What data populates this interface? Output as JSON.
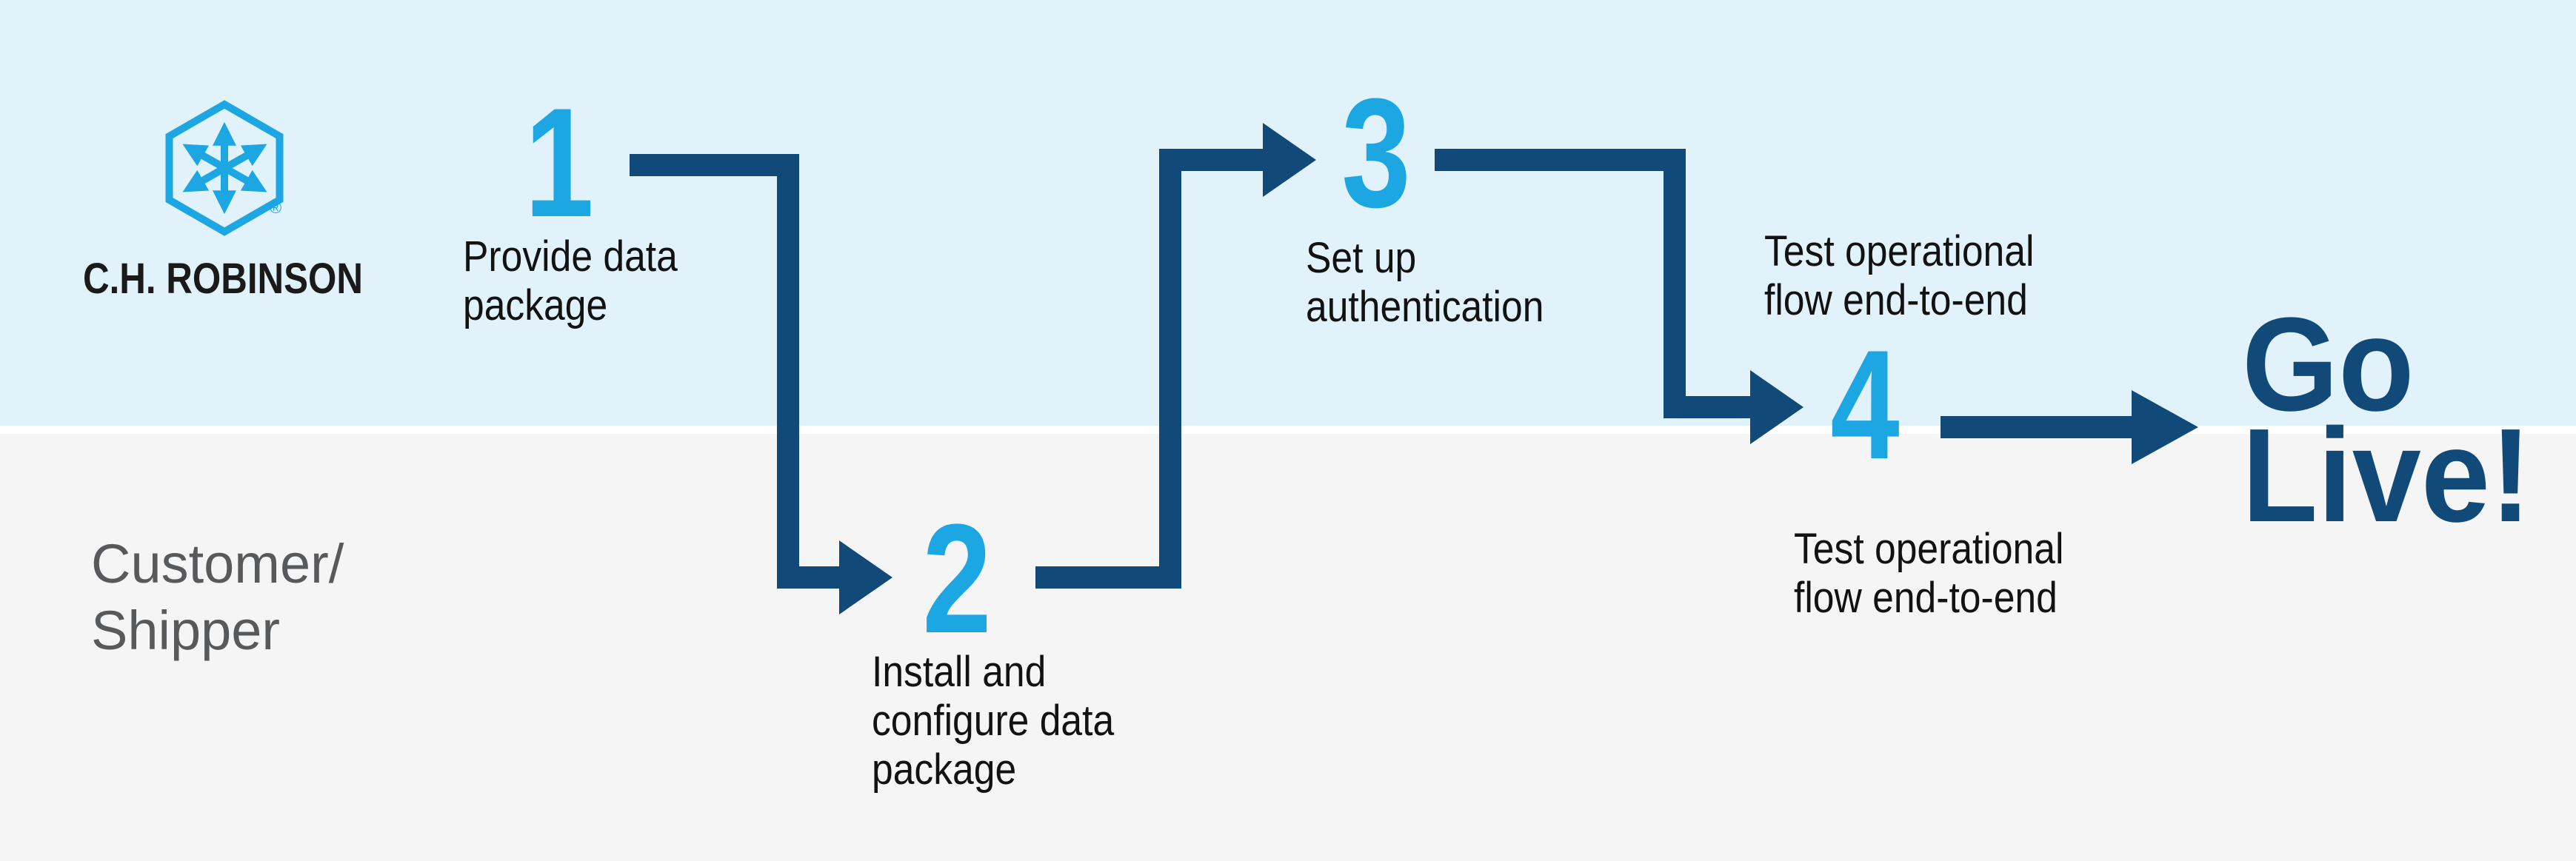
{
  "brand": {
    "wordmark": "C.H. ROBINSON",
    "registered_symbol": "®"
  },
  "lanes": {
    "customer_label": "Customer/\nShipper"
  },
  "steps": [
    {
      "number": "1",
      "label": "Provide data\npackage"
    },
    {
      "number": "2",
      "label": "Install and\nconfigure data\npackage"
    },
    {
      "number": "3",
      "label": "Set up\nauthentication"
    },
    {
      "number": "4",
      "label_top": "Test operational\nflow end-to-end",
      "label_bottom": "Test operational\nflow end-to-end"
    }
  ],
  "outcome": {
    "label": "Go\nLive!"
  },
  "colors": {
    "navy": "#114A78",
    "cyan": "#1CA7E2",
    "band-top": "#E2F2FA",
    "band-bottom": "#F5F5F6",
    "divider": "#FFFFFF",
    "text-dark": "#121212",
    "text-gray": "#58595B",
    "wordmark-black": "#1A1A1A"
  }
}
